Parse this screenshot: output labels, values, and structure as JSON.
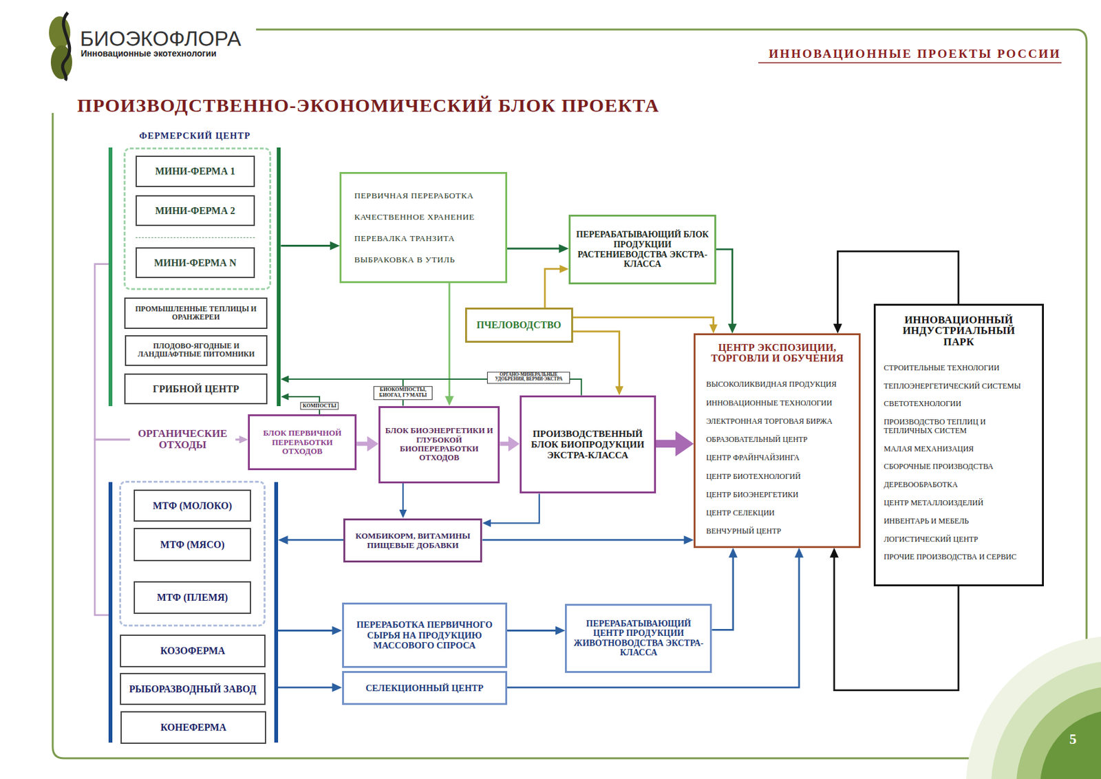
{
  "diagram": {
    "title": "ПРОИЗВОДСТВЕННО-ЭКОНОМИЧЕСКИЙ БЛОК ПРОЕКТА",
    "nodes": [
      {
        "text": [
          "ФЕРМЕРСКИЙ ЦЕНТР"
        ]
      },
      {
        "text": [
          "МИНИ-ФЕРМА 1"
        ],
        "in": 0
      },
      {
        "text": [
          "МИНИ-ФЕРМА 2"
        ],
        "in": 0
      },
      {
        "text": [
          "МИНИ-ФЕРМА N"
        ],
        "in": 0
      },
      {
        "text": [
          "ПРОМЫШЛЕННЫЕ ТЕПЛИЦЫ И ОРАНЖЕРЕИ"
        ],
        "in": 0
      },
      {
        "text": [
          "ПЛОДОВО-ЯГОДНЫЕ И ЛАНДШАФТНЫЕ ПИТОМНИКИ"
        ],
        "in": 0
      },
      {
        "text": [
          "ГРИБНОЙ ЦЕНТР"
        ],
        "in": 0
      },
      {
        "text": [
          "ПЕРВИЧНАЯ ПЕРЕРАБОТКА",
          "КАЧЕСТВЕННОЕ ХРАНЕНИЕ",
          "ПЕРЕВАЛКА ТРАНЗИТА",
          "ВЫБРАКОВКА В УТИЛЬ"
        ]
      },
      {
        "text": [
          "ПЕРЕРАБАТЫВАЮЩИЙ БЛОК ПРОДУКЦИИ РАСТЕНИЕВОДСТВА ЭКСТРА-КЛАССА"
        ]
      },
      {
        "text": [
          "ПЧЕЛОВОДСТВО"
        ]
      },
      {
        "text": [
          "ЦЕНТР ЭКСПОЗИЦИИ, ТОРГОВЛИ И ОБУЧЕНИЯ",
          "ВЫСОКОЛИКВИДНАЯ ПРОДУКЦИЯ",
          "ИННОВАЦИОННЫЕ ТЕХНОЛОГИИ",
          "ЭЛЕКТРОННАЯ ТОРГОВАЯ БИРЖА",
          "ОБРАЗОВАТЕЛЬНЫЙ ЦЕНТР",
          "ЦЕНТР ФРАЙНЧАЙЗИНГА",
          "ЦЕНТР БИОТЕХНОЛОГИЙ",
          "ЦЕНТР БИОЭНЕРГЕТИКИ",
          "ЦЕНТР СЕЛЕКЦИИ",
          "ВЕНЧУРНЫЙ ЦЕНТР"
        ]
      },
      {
        "text": [
          "ИННОВАЦИОННЫЙ ИНДУСТРИАЛЬНЫЙ ПАРК",
          "СТРОИТЕЛЬНЫЕ ТЕХНОЛОГИИ",
          "ТЕПЛОЭНЕРГЕТИЧЕСКИЙ СИСТЕМЫ",
          "СВЕТОТЕХНОЛОГИИ",
          "ПРОИЗВОДСТВО ТЕПЛИЦ И ТЕПЛИЧНЫХ СИСТЕМ",
          "МАЛАЯ МЕХАНИЗАЦИЯ",
          "СБОРОЧНЫЕ ПРОИЗВОДСТВА",
          "ДЕРЕВООБРАБОТКА",
          "ЦЕНТР МЕТАЛЛОИЗДЕЛИЙ",
          "ИНВЕНТАРЬ И МЕБЕЛЬ",
          "ЛОГИСТИЧЕСКИЙ ЦЕНТР",
          "ПРОЧИЕ ПРОИЗВОДСТВА И СЕРВИС"
        ]
      },
      {
        "text": [
          "БЛОК ПЕРВИЧНОЙ ПЕРЕРАБОТКИ ОТХОДОВ"
        ]
      },
      {
        "text": [
          "БЛОК БИОЭНЕРГЕТИКИ И ГЛУБОКОЙ БИОПЕРЕРАБОТКИ ОТХОДОВ"
        ]
      },
      {
        "text": [
          "ПРОИЗВОДСТВЕННЫЙ БЛОК БИОПРОДУКЦИИ ЭКСТРА-КЛАССА"
        ]
      },
      {
        "text": []
      },
      {
        "text": [
          "МТФ (МОЛОКО)"
        ],
        "in": 15
      },
      {
        "text": [
          "МТФ (МЯСО)"
        ],
        "in": 15
      },
      {
        "text": [
          "МТФ (ПЛЕМЯ)"
        ],
        "in": 15
      },
      {
        "text": [
          "КОЗОФЕРМА"
        ],
        "in": 15
      },
      {
        "text": [
          "РЫБОРАЗВОДНЫЙ ЗАВОД"
        ],
        "in": 15
      },
      {
        "text": [
          "КОНЕФЕРМА"
        ],
        "in": 15
      },
      {
        "text": [
          "КОМБИКОРМ, ВИТАМИНЫ ПИЩЕВЫЕ ДОБАВКИ"
        ]
      },
      {
        "text": [
          "ПЕРЕРАБОТКА ПЕРВИЧНОГО СЫРЬЯ НА ПРОДУКЦИЮ МАССОВОГО СПРОСА"
        ]
      },
      {
        "text": [
          "ПЕРЕРАБАТЫВАЮЩИЙ ЦЕНТР ПРОДУКЦИИ ЖИВОТНОВОДСТВА ЭКСТРА-КЛАССА"
        ]
      },
      {
        "text": [
          "СЕЛЕКЦИОННЫЙ ЦЕНТР"
        ]
      }
    ],
    "edges": [
      {
        "from": 0,
        "to": 7,
        "arrow": "to"
      },
      {
        "from": 7,
        "to": 8,
        "arrow": "to"
      },
      {
        "from": 7,
        "to": 13,
        "arrow": "to"
      },
      {
        "from": 9,
        "to": 8,
        "arrow": "to"
      },
      {
        "from": 9,
        "to": 10,
        "arrow": "to"
      },
      {
        "from": 9,
        "to": 14,
        "arrow": "to"
      },
      {
        "from": 8,
        "to": 10,
        "arrow": "to"
      },
      {
        "from": 0,
        "to": 12,
        "label": "ОРГАНИЧЕСКИЕ ОТХОДЫ",
        "arrow": "to"
      },
      {
        "from": 15,
        "to": 12,
        "arrow": "to"
      },
      {
        "from": 12,
        "to": 13,
        "arrow": "to"
      },
      {
        "from": 13,
        "to": 14,
        "arrow": "to"
      },
      {
        "from": 14,
        "to": 10,
        "arrow": "to"
      },
      {
        "from": 12,
        "to": 0,
        "label": "КОМПОСТЫ",
        "arrow": "to"
      },
      {
        "from": 13,
        "to": 0,
        "label": "БИОКОМПОСТЫ, БИОГАЗ, ГУМАТЫ",
        "arrow": "to"
      },
      {
        "from": 14,
        "to": 0,
        "label": "ОРГАНО-МИНЕРАЛЬНЫЕ УДОБРЕНИЯ, ВЕРМИ-ЭКСТРА",
        "arrow": "to"
      },
      {
        "from": 13,
        "to": 22,
        "arrow": "to"
      },
      {
        "from": 14,
        "to": 22,
        "arrow": "to"
      },
      {
        "from": 22,
        "to": 15,
        "arrow": "to"
      },
      {
        "from": 22,
        "to": 10,
        "arrow": "to"
      },
      {
        "from": 15,
        "to": 23,
        "arrow": "to"
      },
      {
        "from": 23,
        "to": 24,
        "arrow": "to"
      },
      {
        "from": 24,
        "to": 10,
        "arrow": "to"
      },
      {
        "from": 15,
        "to": 25,
        "arrow": "to"
      },
      {
        "from": 25,
        "to": 10,
        "arrow": "to"
      },
      {
        "from": 11,
        "to": 10,
        "arrow": "to"
      },
      {
        "from": 11,
        "to": 10,
        "arrow": "to"
      }
    ],
    "labels": [
      "БИОЭКОФЛОРА",
      "Инновационные экотехнологии",
      "ИННОВАЦИОННЫЕ ПРОЕКТЫ РОССИИ",
      "5"
    ]
  }
}
